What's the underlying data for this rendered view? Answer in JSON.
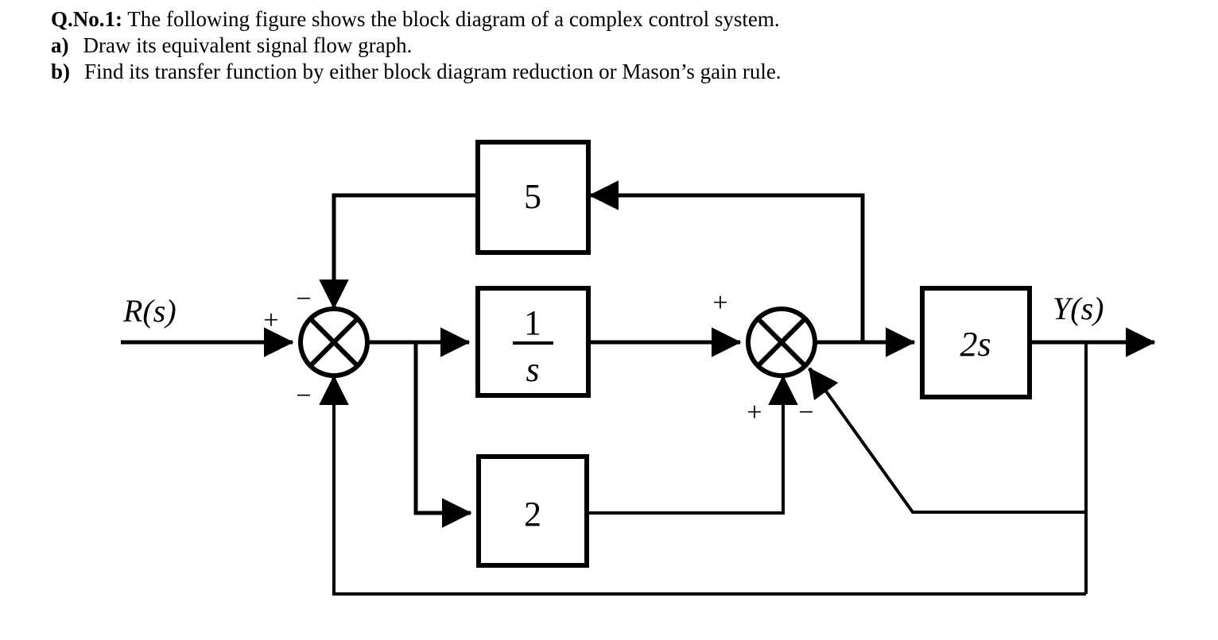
{
  "question": {
    "number_label": "Q.No.1:",
    "statement": "The following figure shows the block diagram of a complex control system.",
    "parts": [
      {
        "label": "a)",
        "text": "Draw its equivalent signal flow graph."
      },
      {
        "label": "b)",
        "text": "Find its transfer function by either block diagram reduction or Mason’s gain rule."
      }
    ]
  },
  "diagram": {
    "type": "control-system-block-diagram",
    "line_color": "#000000",
    "background": "#ffffff",
    "io": {
      "input_label": "R(s)",
      "output_label": "Y(s)"
    },
    "blocks": [
      {
        "id": "gain5",
        "label": "5",
        "kind": "gain"
      },
      {
        "id": "integ",
        "label_num": "1",
        "label_den": "s",
        "kind": "fraction"
      },
      {
        "id": "gain2",
        "label": "2",
        "kind": "gain"
      },
      {
        "id": "gain2s",
        "label": "2s",
        "kind": "gain"
      }
    ],
    "summing_junctions": [
      {
        "id": "sum1",
        "signs": {
          "left": "+",
          "top": "−",
          "bottom": "−"
        }
      },
      {
        "id": "sum2",
        "signs": {
          "left": "+",
          "bottom": "+",
          "diagonal": "−"
        }
      }
    ]
  }
}
